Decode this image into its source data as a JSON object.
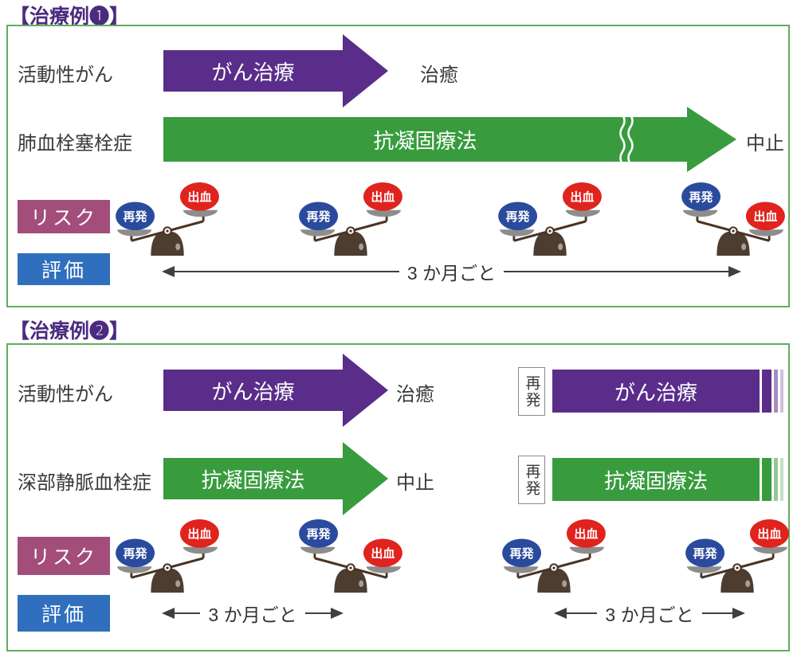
{
  "colors": {
    "purple": "#5b2d8a",
    "green": "#389c3e",
    "panel_border_green": "#5fad5f",
    "title_purple": "#4b2a80",
    "risk_pink": "#a34e7a",
    "eval_blue": "#2f6fbd",
    "recurrence_blue": "#2a4a9d",
    "bleeding_red": "#e0231d",
    "beam_brown": "#4a3323",
    "text_dark": "#3a3a3a"
  },
  "panel1": {
    "title": "【治療例❶】",
    "row1": {
      "label": "活動性がん",
      "arrow_label": "がん治療",
      "result": "治癒"
    },
    "row2": {
      "label": "肺血栓塞栓症",
      "arrow_label": "抗凝固療法",
      "result": "中止"
    },
    "risk_label": "リスク",
    "eval_label": "評価",
    "interval_label": "3 か月ごと",
    "scales": [
      {
        "variant": "recurrence-heavier",
        "left": "再発",
        "right": "出血"
      },
      {
        "variant": "recurrence-heavier",
        "left": "再発",
        "right": "出血"
      },
      {
        "variant": "recurrence-heavier",
        "left": "再発",
        "right": "出血"
      },
      {
        "variant": "bleeding-heavier",
        "left": "再発",
        "right": "出血"
      }
    ]
  },
  "panel2": {
    "title": "【治療例❷】",
    "row1": {
      "label": "活動性がん",
      "arrow_label": "がん治療",
      "result": "治癒",
      "recurrence_label": "再発",
      "resume_label": "がん治療"
    },
    "row2": {
      "label": "深部静脈血栓症",
      "arrow_label": "抗凝固療法",
      "result": "中止",
      "recurrence_label": "再発",
      "resume_label": "抗凝固療法"
    },
    "risk_label": "リスク",
    "eval_label": "評価",
    "interval_label_left": "3 か月ごと",
    "interval_label_right": "3 か月ごと",
    "scales": [
      {
        "variant": "recurrence-heavier",
        "left": "再発",
        "right": "出血"
      },
      {
        "variant": "bleeding-heavier",
        "left": "再発",
        "right": "出血"
      },
      {
        "variant": "recurrence-heavier",
        "left": "再発",
        "right": "出血"
      },
      {
        "variant": "recurrence-heavier",
        "left": "再発",
        "right": "出血"
      }
    ]
  }
}
